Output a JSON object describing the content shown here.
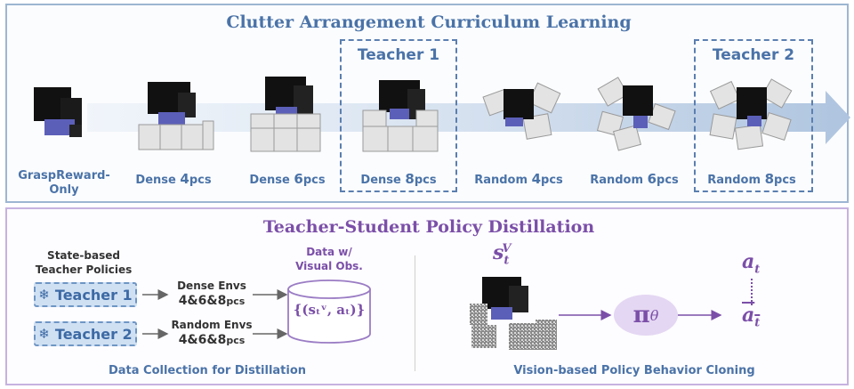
{
  "top": {
    "title": "Clutter Arrangement Curriculum Learning",
    "stages": [
      {
        "label": "GraspReward-Only",
        "label_line1": "GraspReward-",
        "label_line2": "Only"
      },
      {
        "label_prefix": "Dense ",
        "label_num": "4",
        "label_suffix": "pcs"
      },
      {
        "label_prefix": "Dense ",
        "label_num": "6",
        "label_suffix": "pcs"
      },
      {
        "label_prefix": "Dense ",
        "label_num": "8",
        "label_suffix": "pcs"
      },
      {
        "label_prefix": "Random ",
        "label_num": "4",
        "label_suffix": "pcs"
      },
      {
        "label_prefix": "Random ",
        "label_num": "6",
        "label_suffix": "pcs"
      },
      {
        "label_prefix": "Random ",
        "label_num": "8",
        "label_suffix": "pcs"
      }
    ],
    "teacher1": "Teacher 1",
    "teacher2": "Teacher 2"
  },
  "bottom": {
    "title": "Teacher-Student Policy Distillation",
    "state_based_line1": "State-based",
    "state_based_line2": "Teacher Policies",
    "teacher1": "Teacher 1",
    "teacher2": "Teacher 2",
    "dense_envs": "Dense Envs",
    "dense_counts": "4&6&8",
    "random_envs": "Random Envs",
    "random_counts": "4&6&8",
    "pcs": "pcs",
    "data_line1": "Data w/",
    "data_line2": "Visual Obs.",
    "data_formula": "{(sₜᵛ, aₜ)}",
    "left_caption": "Data Collection for Distillation",
    "right_caption": "Vision-based Policy Behavior Cloning",
    "obs_symbol": "s",
    "obs_sub": "t",
    "obs_sup": "V",
    "policy_symbol": "π",
    "policy_sub": "θ",
    "action_symbol": "a",
    "action_sub": "t",
    "action_hat_symbol": "a",
    "action_hat_sub": "t"
  },
  "colors": {
    "top_accent": "#4a73a8",
    "bottom_accent": "#7b4fa8",
    "teacher_fill": "#cfe0f3",
    "policy_fill": "#e4d7f3"
  }
}
